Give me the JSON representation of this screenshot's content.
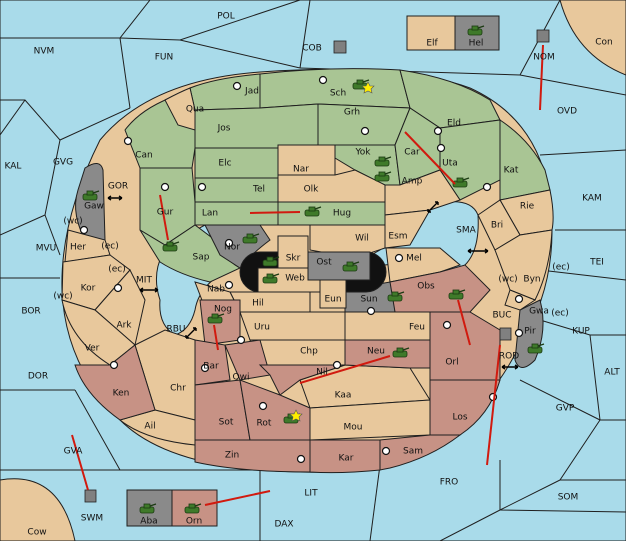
{
  "colors": {
    "sea": "#a9dbea",
    "neutral": "#e8c89c",
    "green_power": "#a9c594",
    "red_power": "#c79285",
    "gray_power": "#8a8a8a",
    "order_arrow": "#d11a0f"
  },
  "provinces": {
    "pol": "POL",
    "nvm": "NVM",
    "fun": "FUN",
    "cob": "COB",
    "elf": "Elf",
    "hel": "Hel",
    "nom": "NOM",
    "con": "Con",
    "ovd": "OVD",
    "kal": "KAL",
    "gvg": "GVG",
    "gor": "GOR",
    "gaw": "Gaw",
    "jad": "Jad",
    "sch": "Sch",
    "qua": "Qua",
    "jos": "Jos",
    "grh": "Grh",
    "eld": "Eld",
    "can": "Can",
    "yok": "Yok",
    "car": "Car",
    "uta": "Uta",
    "kat": "Kat",
    "elc": "Elc",
    "nar": "Nar",
    "amp": "Amp",
    "kam": "KAM",
    "tel": "Tel",
    "olk": "Olk",
    "gur": "Gur",
    "lan": "Lan",
    "hug": "Hug",
    "rie": "Rie",
    "sma": "SMA",
    "wc": "(wc)",
    "ec": "(ec)",
    "her": "Her",
    "mvu": "MVU",
    "nor": "Nor",
    "wil": "Wil",
    "esm": "Esm",
    "bri": "Bri",
    "skr": "Skr",
    "ost": "Ost",
    "mel": "Mel",
    "tei": "TEI",
    "sap": "Sap",
    "web": "Web",
    "byn": "Byn",
    "kor": "Kor",
    "mit": "MIT",
    "nab": "Nab",
    "eun": "Eun",
    "sun": "Sun",
    "obs": "Obs",
    "gwa": "Gwa",
    "bor": "BOR",
    "hil": "Hil",
    "buc": "BUC",
    "kup": "KUP",
    "pir": "Pir",
    "ark": "Ark",
    "rbu": "RBU",
    "nog": "Nog",
    "uru": "Uru",
    "feu": "Feu",
    "ver": "Ver",
    "chp": "Chp",
    "neu": "Neu",
    "rod": "ROD",
    "orl": "Orl",
    "dor": "DOR",
    "bar": "Bar",
    "qwi": "Qwi",
    "nil": "Nil",
    "alt": "ALT",
    "ken": "Ken",
    "chr": "Chr",
    "kaa": "Kaa",
    "gvp": "GVP",
    "ail": "Ail",
    "sot": "Sot",
    "rot": "Rot",
    "mou": "Mou",
    "los": "Los",
    "gva": "GVA",
    "zin": "Zin",
    "kar": "Kar",
    "sam": "Sam",
    "fro": "FRO",
    "lit": "LIT",
    "som": "SOM",
    "swm": "SWM",
    "aba": "Aba",
    "orn": "Orn",
    "dax": "DAX",
    "cow": "Cow"
  }
}
